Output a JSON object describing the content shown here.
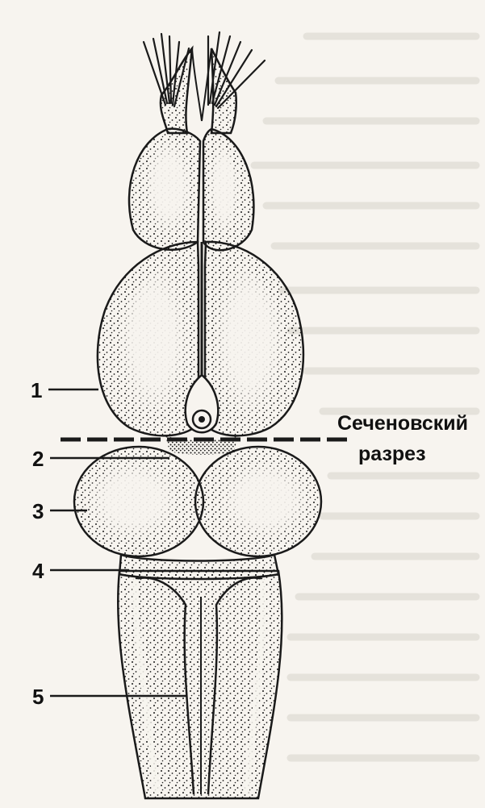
{
  "labels": {
    "part_1": "1",
    "part_2": "2",
    "part_3": "3",
    "part_4": "4",
    "part_5": "5",
    "cut_line1": "Сеченовский",
    "cut_line2": "разрез"
  },
  "colors": {
    "paper": "#f7f4ef",
    "ink": "#1a1a1a",
    "bleed_text": "#d6d2cb"
  }
}
